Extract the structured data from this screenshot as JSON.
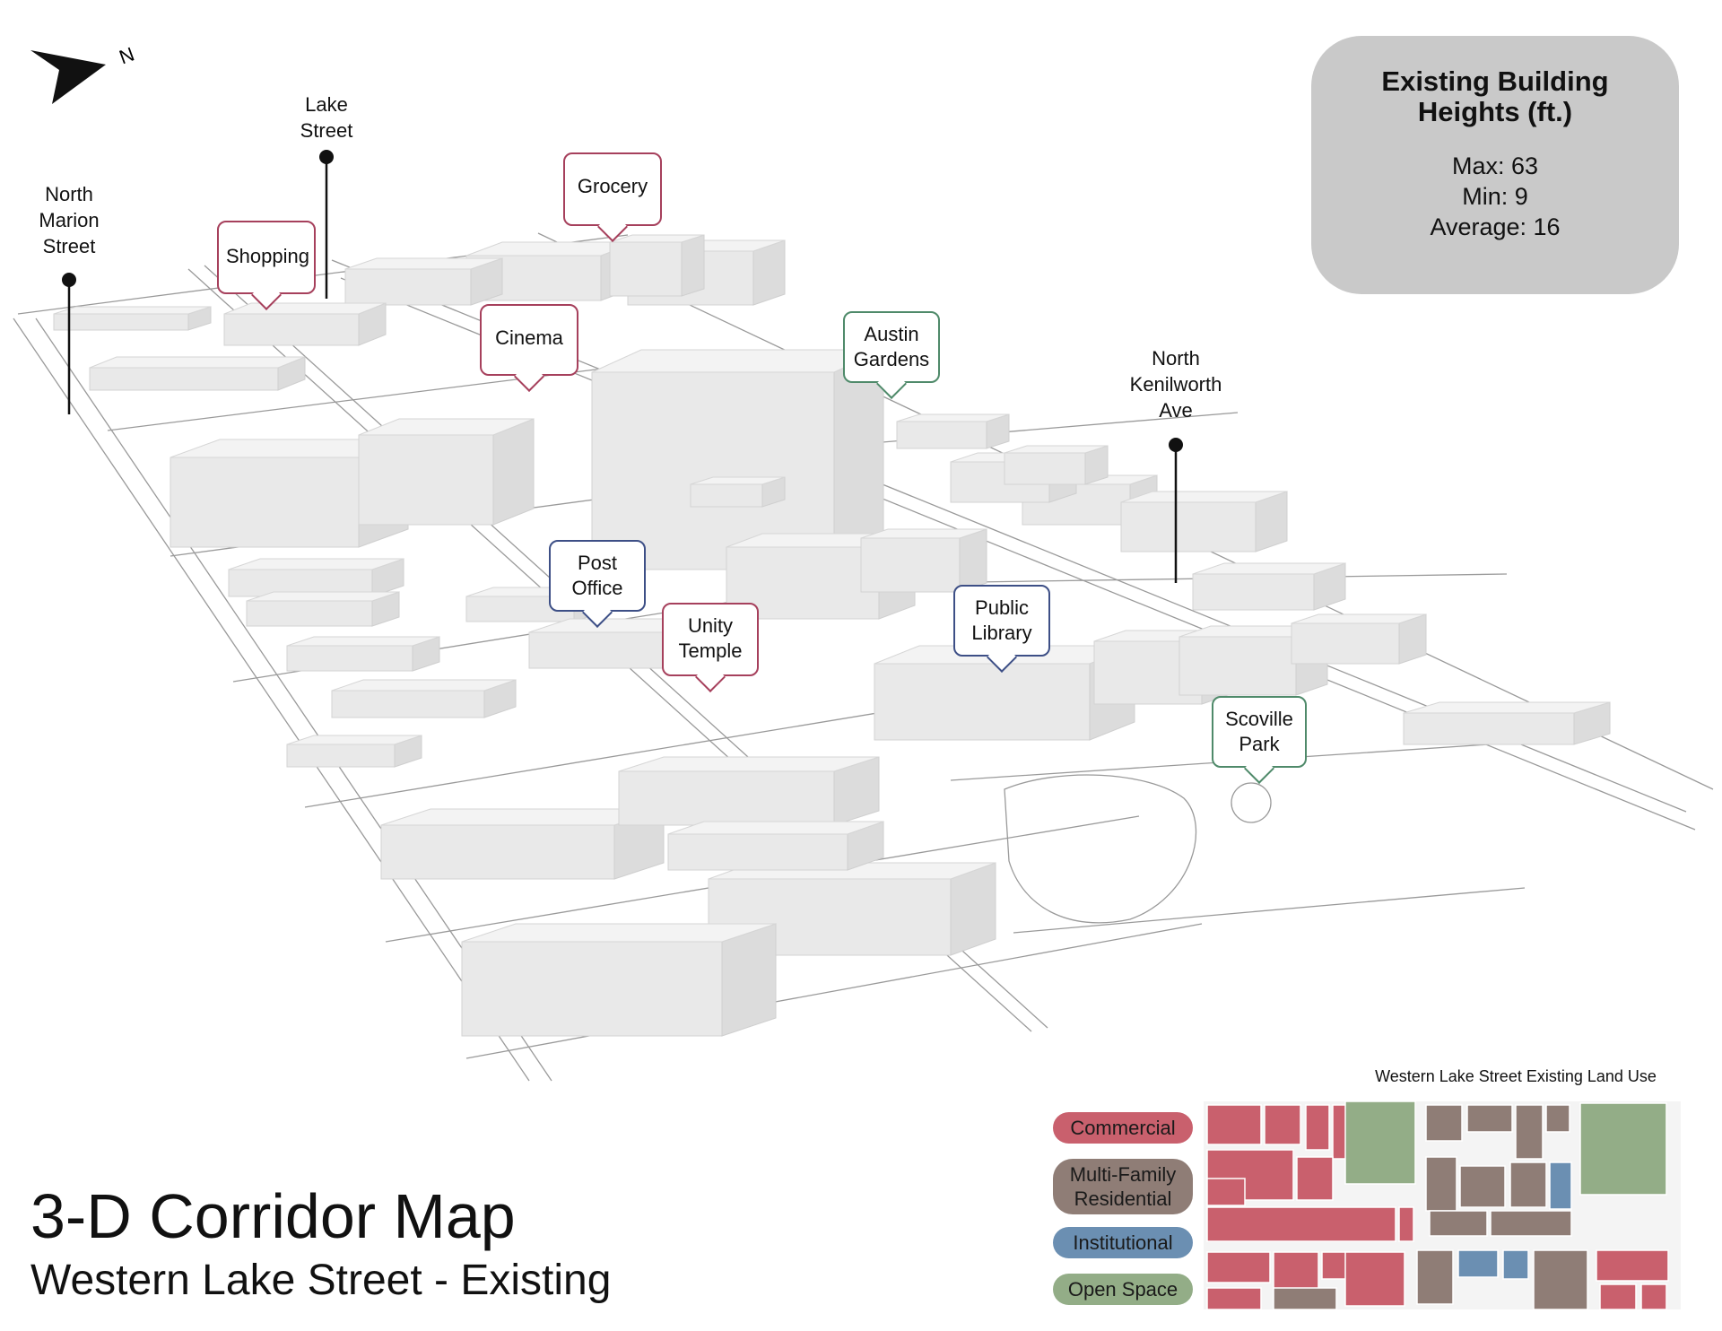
{
  "map": {
    "title": "3-D Corridor Map",
    "subtitle": "Western Lake Street - Existing",
    "north_indicator": "N"
  },
  "streets": [
    {
      "id": "north-marion",
      "label": "North\nMarion\nStreet"
    },
    {
      "id": "lake",
      "label": "Lake\nStreet"
    },
    {
      "id": "north-kenilworth",
      "label": "North\nKenilworth\nAve"
    }
  ],
  "landmarks": [
    {
      "id": "shopping",
      "label": "Shopping",
      "category": "Commercial"
    },
    {
      "id": "grocery",
      "label": "Grocery",
      "category": "Commercial"
    },
    {
      "id": "cinema",
      "label": "Cinema",
      "category": "Commercial"
    },
    {
      "id": "austin-gardens",
      "label": "Austin\nGardens",
      "category": "Open Space"
    },
    {
      "id": "post-office",
      "label": "Post\nOffice",
      "category": "Institutional"
    },
    {
      "id": "unity-temple",
      "label": "Unity\nTemple",
      "category": "Commercial"
    },
    {
      "id": "public-library",
      "label": "Public\nLibrary",
      "category": "Institutional"
    },
    {
      "id": "scoville-park",
      "label": "Scoville\nPark",
      "category": "Open Space"
    }
  ],
  "building_heights": {
    "title": "Existing Building Heights (ft.)",
    "max_label": "Max: 63",
    "min_label": "Min: 9",
    "average_label": "Average: 16",
    "max": 63,
    "min": 9,
    "average": 16
  },
  "land_use": {
    "title": "Western Lake Street Existing Land Use",
    "categories": [
      {
        "name": "Commercial",
        "color": "#c9606d"
      },
      {
        "name": "Multi-Family\nResidential",
        "color": "#8f7d76"
      },
      {
        "name": "Institutional",
        "color": "#6b8fb2"
      },
      {
        "name": "Open Space",
        "color": "#93ad87"
      }
    ]
  },
  "colors": {
    "commercial_outline": "#a6405c",
    "institutional_outline": "#3d4f86",
    "open_space_outline": "#4f8a6a",
    "stats_box": "#c9c9c9"
  }
}
